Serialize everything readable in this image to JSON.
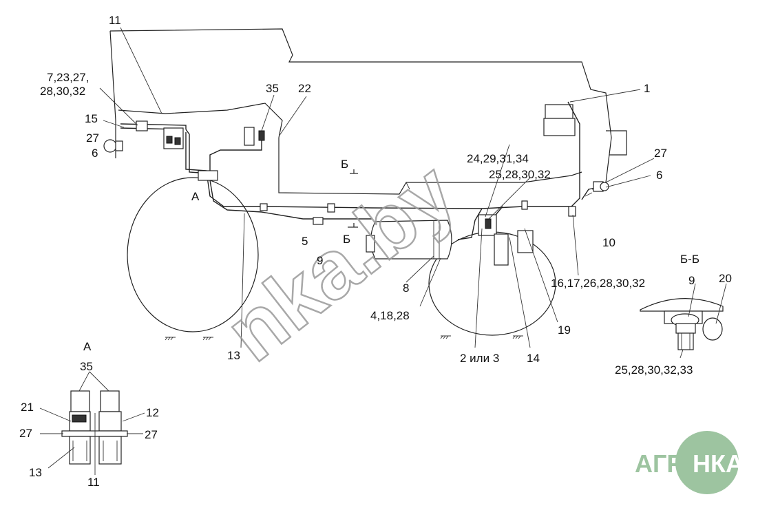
{
  "labels": {
    "l11_top": "11",
    "l7": "7,23,27,",
    "l28a": "28,30,32",
    "l15": "15",
    "l27_left": "27",
    "l6_left": "6",
    "l35_top": "35",
    "l22": "22",
    "l1": "1",
    "l27_right": "27",
    "l6_right": "6",
    "l24": "24,29,31,34",
    "l25a": "25,28,30,32",
    "lB1": "Б",
    "lA": "А",
    "l5": "5",
    "lB2": "Б",
    "l9a": "9",
    "l10": "10",
    "l8": "8",
    "l4": "4,18,28",
    "l16": "16,17,26,28,30,32",
    "l19": "19",
    "l13": "13",
    "l2": "2 или 3",
    "l14": "14",
    "lBB": "Б-Б",
    "l9b": "9",
    "l20": "20",
    "l25b": "25,28,30,32,33",
    "lA_detail": "А",
    "l35_detail": "35",
    "l21": "21",
    "l12": "12",
    "l27_dl": "27",
    "l27_dr": "27",
    "l13_detail": "13",
    "l11_detail": "11"
  },
  "watermark": "nka.by",
  "logo": {
    "left_text": "АГРО",
    "right_text": "НКА",
    "green": "#9dc4a0",
    "dark_green": "#6fa674"
  }
}
